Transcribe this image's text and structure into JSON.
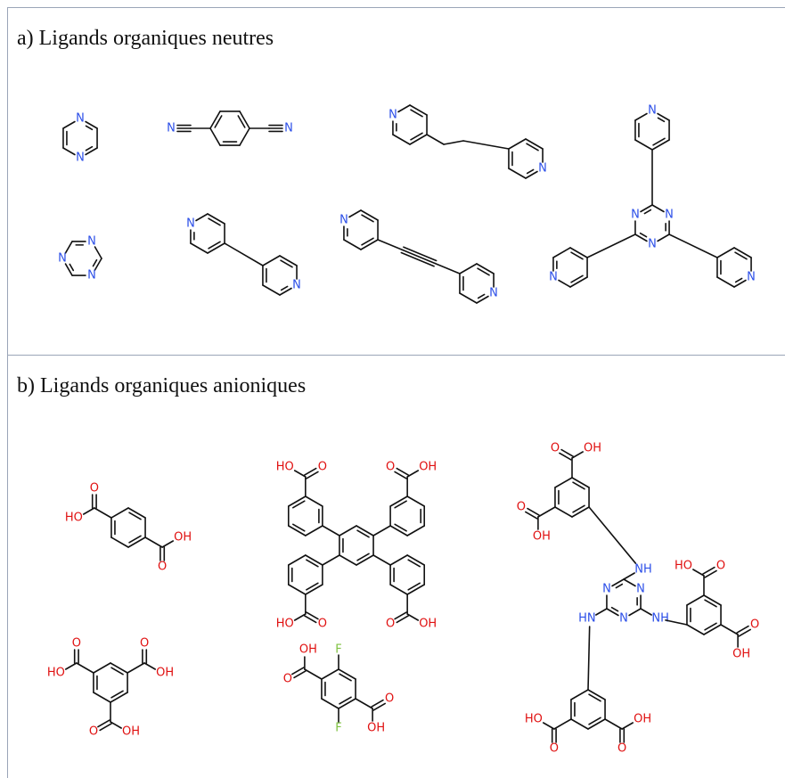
{
  "panels": {
    "a": {
      "title": "a) Ligands organiques neutres"
    },
    "b": {
      "title": "b) Ligands organiques anioniques"
    }
  },
  "atom_colors": {
    "N": "#2b4ee8",
    "O": "#e01010",
    "F": "#7fc241",
    "C": "#111111"
  },
  "atom_labels": {
    "N": "N",
    "O": "O",
    "OH": "OH",
    "HO": "HO",
    "NH": "NH",
    "HN": "HN",
    "F": "F"
  },
  "molecules": [
    "pyrazine",
    "terephthalonitrile",
    "1,2-bis(4-pyridyl)ethane",
    "2,4,6-tri(4-pyridyl)-1,3,5-triazine",
    "1,3,5-triazine",
    "4,4'-bipyridine",
    "1,2-bis(4-pyridyl)ethyne",
    "terephthalic acid",
    "tetrakis(3-carboxyphenyl)benzene",
    "triazine-triamine hexacarboxylic acid",
    "trimesic acid",
    "2,5-difluoroterephthalic acid"
  ]
}
